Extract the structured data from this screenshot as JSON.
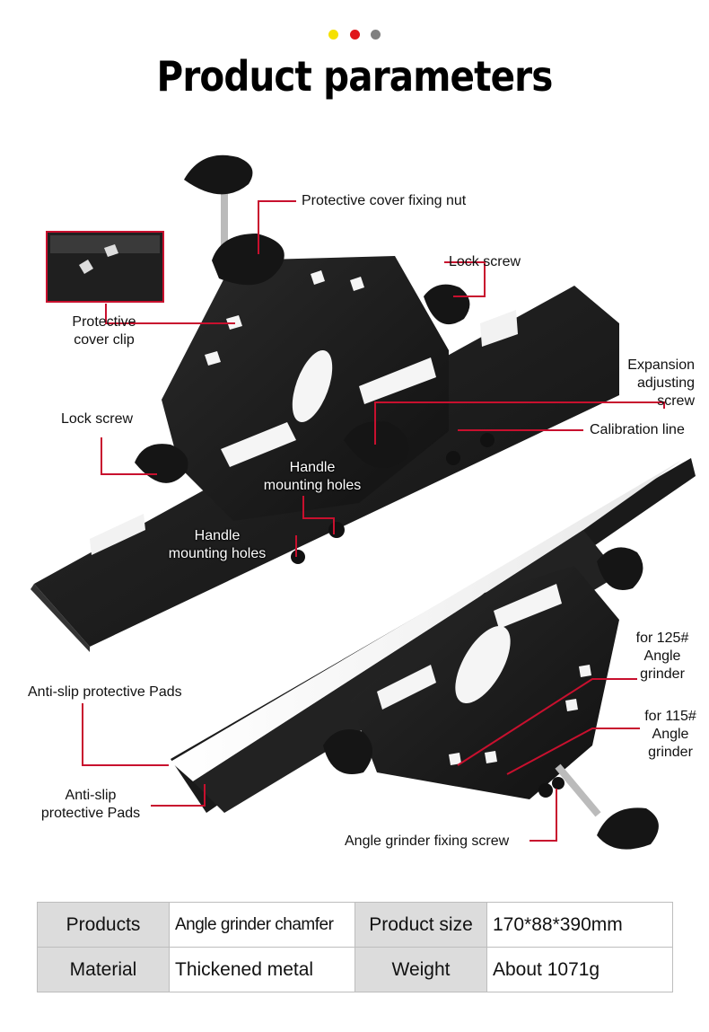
{
  "header": {
    "dots": [
      "#f5e100",
      "#e0161b",
      "#808080"
    ],
    "title": "Product parameters"
  },
  "labels": {
    "protective_cover_fixing_nut": "Protective cover fixing nut",
    "lock_screw_top": "Lock screw",
    "protective_cover_clip": [
      "Protective",
      "cover clip"
    ],
    "expansion_adjusting_screw": [
      "Expansion",
      "adjusting",
      "screw"
    ],
    "lock_screw_left": "Lock screw",
    "calibration_line": "Calibration line",
    "handle_mounting_holes_1": [
      "Handle",
      "mounting holes"
    ],
    "handle_mounting_holes_2": [
      "Handle",
      "mounting holes"
    ],
    "for_125": [
      "for 125#",
      "Angle",
      "grinder"
    ],
    "for_115": [
      "for 115#",
      "Angle",
      "grinder"
    ],
    "anti_slip_1": "Anti-slip protective Pads",
    "anti_slip_2": [
      "Anti-slip",
      "protective Pads"
    ],
    "angle_grinder_fixing_screw": "Angle grinder fixing screw"
  },
  "specs": {
    "rows": [
      {
        "k1": "Products",
        "v1": "Angle grinder chamfer",
        "k2": "Product size",
        "v2": "170*88*390mm"
      },
      {
        "k1": "Material",
        "v1": "Thickened metal",
        "k2": "Weight",
        "v2": "About 1071g"
      }
    ]
  },
  "colors": {
    "leader_line": "#c8102e",
    "metal": "#1b1b1b",
    "pad": "#ffffff",
    "table_key_bg": "#dcdcdc"
  }
}
